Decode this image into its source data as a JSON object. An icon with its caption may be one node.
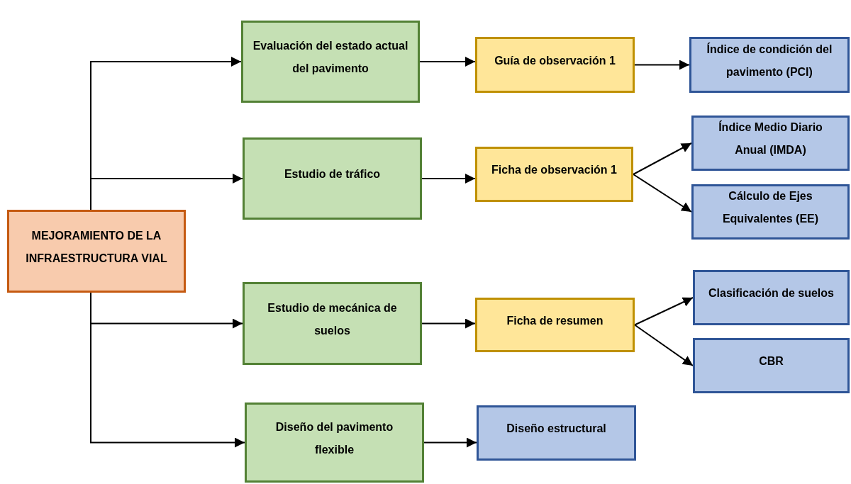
{
  "diagram": {
    "nodes": [
      {
        "text": [
          "MEJORAMIENTO DE LA INFRAESTRUCTURA VIAL"
        ]
      },
      {
        "text": [
          "Evaluación del estado actual del pavimento"
        ]
      },
      {
        "text": [
          "Estudio de tráfico"
        ]
      },
      {
        "text": [
          "Estudio de mecánica de suelos"
        ]
      },
      {
        "text": [
          "Diseño del pavimento flexible"
        ]
      },
      {
        "text": [
          "Guía de observación 1"
        ]
      },
      {
        "text": [
          "Ficha de observación 1"
        ]
      },
      {
        "text": [
          "Ficha de resumen"
        ]
      },
      {
        "text": [
          "Diseño estructural"
        ]
      },
      {
        "text": [
          "Índice de condición del pavimento (PCI)"
        ]
      },
      {
        "text": [
          "Índice Medio Diario Anual (IMDA)"
        ]
      },
      {
        "text": [
          "Cálculo de Ejes Equivalentes (EE)"
        ]
      },
      {
        "text": [
          "Clasificación de suelos"
        ]
      },
      {
        "text": [
          "CBR"
        ]
      }
    ],
    "edges": [
      {
        "from": 0,
        "to": 1,
        "arrow": "to"
      },
      {
        "from": 0,
        "to": 2,
        "arrow": "to"
      },
      {
        "from": 0,
        "to": 3,
        "arrow": "to"
      },
      {
        "from": 0,
        "to": 4,
        "arrow": "to"
      },
      {
        "from": 1,
        "to": 5,
        "arrow": "to"
      },
      {
        "from": 2,
        "to": 6,
        "arrow": "to"
      },
      {
        "from": 3,
        "to": 7,
        "arrow": "to"
      },
      {
        "from": 4,
        "to": 8,
        "arrow": "to"
      },
      {
        "from": 5,
        "to": 9,
        "arrow": "to"
      },
      {
        "from": 6,
        "to": 10,
        "arrow": "to"
      },
      {
        "from": 6,
        "to": 11,
        "arrow": "to"
      },
      {
        "from": 7,
        "to": 12,
        "arrow": "to"
      },
      {
        "from": 7,
        "to": 13,
        "arrow": "to"
      }
    ]
  }
}
